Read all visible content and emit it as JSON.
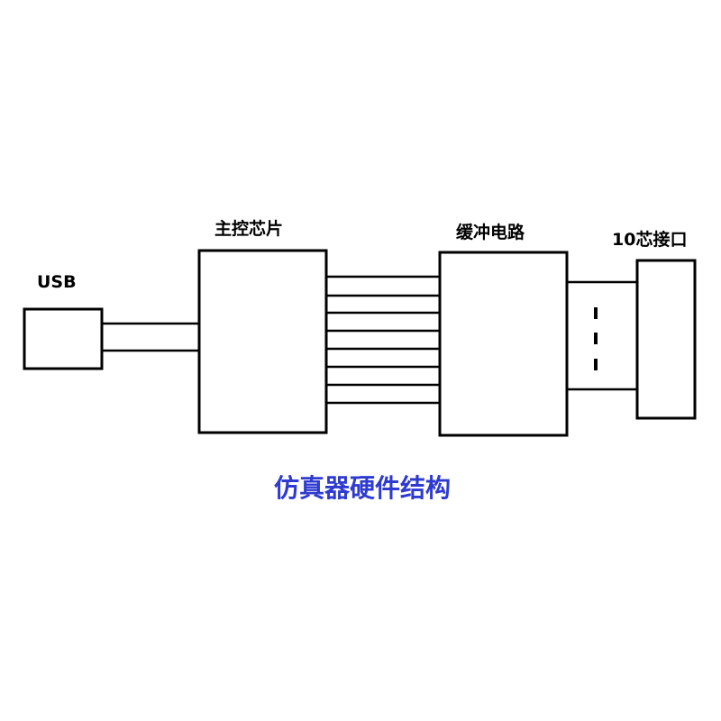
{
  "labels": {
    "usb": "USB",
    "main_chip": "主控芯片",
    "buffer_circuit": "缓冲电路",
    "connector": "10芯接口"
  },
  "caption": {
    "text": "仿真器硬件结构",
    "color": "#2f3bd0"
  },
  "colors": {
    "stroke": "#000000",
    "background": "#ffffff"
  }
}
